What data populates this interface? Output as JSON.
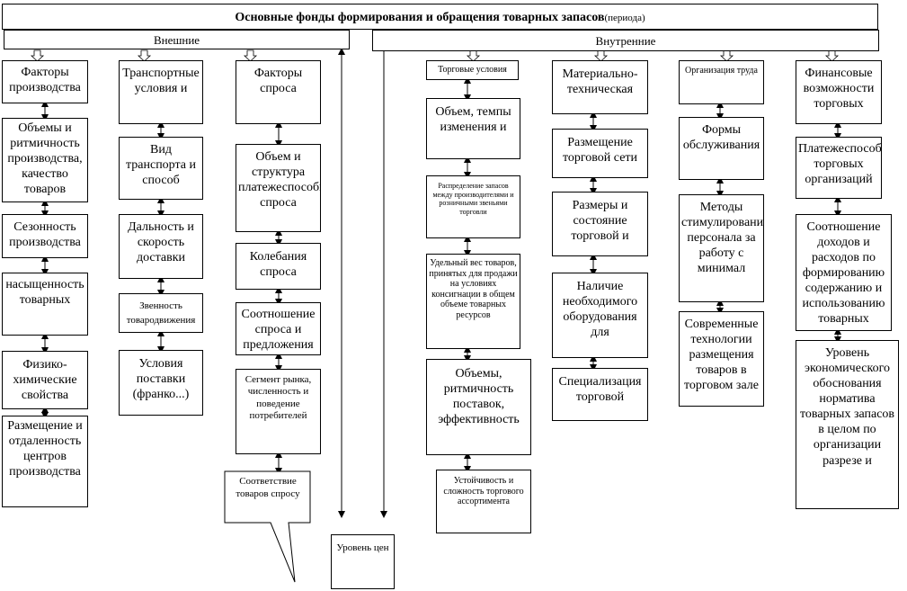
{
  "title": {
    "main": "Основные фонды формирования и обращения товарных запасов",
    "suffix": "(периода)"
  },
  "external_label": "Внешние",
  "internal_label": "Внутренние",
  "external": {
    "col1": [
      "Факторы производства",
      "Объемы и ритмичность производства, качество товаров",
      "Сезонность производства",
      "насыщенность товарных",
      "Физико-химические свойства",
      "Размещение и отдаленность центров производства"
    ],
    "col2": [
      "Транспортные условия и",
      "Вид транспорта и способ",
      "Дальность и скорость доставки",
      "Звенность товародвижения",
      "Условия поставки (франко...)"
    ],
    "col3": [
      "Факторы спроса",
      "Объем и структура платежеспособности спроса",
      "Колебания спроса",
      "Соотношение спроса и предложения",
      "Сегмент рынка, численность и поведение потребителей",
      "Соответствие товаров спросу"
    ]
  },
  "price_level": "Уровень цен",
  "internal": {
    "col4": [
      "Торговые условия",
      "Объем, темпы изменения и",
      "Распределение запасов между производителями и розничными звеньями торговли",
      "Удельный вес товаров, принятых для продажи на условиях консигнации в общем объеме товарных ресурсов",
      "Объемы, ритмичность поставок, эффективность",
      "Устойчивость и сложность торгового ассортимента"
    ],
    "col5": [
      "Материально-техническая",
      "Размещение торговой сети",
      "Размеры и состояние торговой и",
      "Наличие необходимого оборудования для",
      "Специализация торговой"
    ],
    "col6": [
      "Организация труда",
      "Формы обслуживания",
      "Методы стимулирования персонала за работу с минимал",
      "Современные технологии размещения товаров в торговом зале"
    ],
    "col7": [
      "Финансовые возможности торговых",
      "Платежеспособность торговых организаций",
      "Соотношение доходов и расходов по формированию содержанию и использованию товарных",
      "Уровень экономического обоснования норматива товарных запасов в целом по организации разрезе и"
    ]
  }
}
